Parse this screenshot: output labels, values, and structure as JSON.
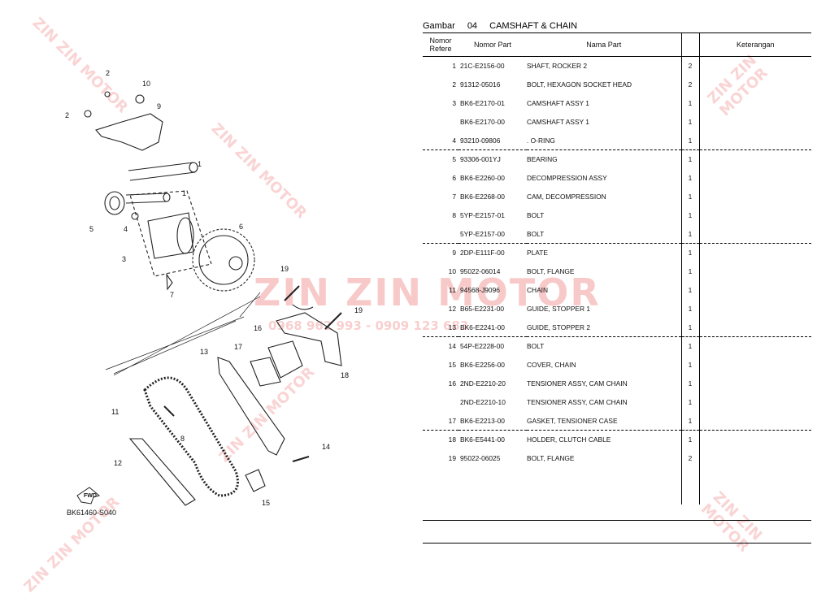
{
  "header": {
    "label": "Gambar",
    "number": "04",
    "name": "CAMSHAFT & CHAIN"
  },
  "columns": {
    "ref": "Nomor Refere",
    "part_no": "Nomor Part",
    "name": "Nama Part",
    "qty": "",
    "note": "Keterangan"
  },
  "rows": [
    {
      "ref": "1",
      "part_no": "21C-E2156-00",
      "name": "SHAFT, ROCKER 2",
      "qty": "2"
    },
    {
      "ref": "2",
      "part_no": "91312-05016",
      "name": "BOLT, HEXAGON SOCKET HEAD",
      "qty": "2"
    },
    {
      "ref": "3",
      "part_no": "BK6-E2170-01",
      "name": "CAMSHAFT ASSY 1",
      "qty": "1"
    },
    {
      "ref": "",
      "part_no": "BK6-E2170-00",
      "name": "CAMSHAFT ASSY 1",
      "qty": "1"
    },
    {
      "ref": "4",
      "part_no": "93210-09806",
      "name": ". O-RING",
      "qty": "1"
    },
    {
      "ref": "5",
      "part_no": "93306-001YJ",
      "name": "BEARING",
      "qty": "1",
      "group": true
    },
    {
      "ref": "6",
      "part_no": "BK6-E2260-00",
      "name": "DECOMPRESSION ASSY",
      "qty": "1"
    },
    {
      "ref": "7",
      "part_no": "BK6-E2268-00",
      "name": "CAM, DECOMPRESSION",
      "qty": "1"
    },
    {
      "ref": "8",
      "part_no": "5YP-E2157-01",
      "name": "BOLT",
      "qty": "1"
    },
    {
      "ref": "",
      "part_no": "5YP-E2157-00",
      "name": "BOLT",
      "qty": "1"
    },
    {
      "ref": "9",
      "part_no": "2DP-E111F-00",
      "name": "PLATE",
      "qty": "1",
      "group": true
    },
    {
      "ref": "10",
      "part_no": "95022-06014",
      "name": "BOLT, FLANGE",
      "qty": "1"
    },
    {
      "ref": "11",
      "part_no": "94568-J9096",
      "name": "CHAIN",
      "qty": "1"
    },
    {
      "ref": "12",
      "part_no": "B65-E2231-00",
      "name": "GUIDE, STOPPER 1",
      "qty": "1"
    },
    {
      "ref": "13",
      "part_no": "BK6-E2241-00",
      "name": "GUIDE, STOPPER 2",
      "qty": "1"
    },
    {
      "ref": "14",
      "part_no": "54P-E2228-00",
      "name": "BOLT",
      "qty": "1",
      "group": true
    },
    {
      "ref": "15",
      "part_no": "BK6-E2256-00",
      "name": "COVER, CHAIN",
      "qty": "1"
    },
    {
      "ref": "16",
      "part_no": "2ND-E2210-20",
      "name": "TENSIONER ASSY, CAM CHAIN",
      "qty": "1"
    },
    {
      "ref": "",
      "part_no": "2ND-E2210-10",
      "name": "TENSIONER ASSY, CAM CHAIN",
      "qty": "1"
    },
    {
      "ref": "17",
      "part_no": "BK6-E2213-00",
      "name": "GASKET, TENSIONER CASE",
      "qty": "1"
    },
    {
      "ref": "18",
      "part_no": "BK6-E5441-00",
      "name": "HOLDER, CLUTCH CABLE",
      "qty": "1",
      "group": true
    },
    {
      "ref": "19",
      "part_no": "95022-06025",
      "name": "BOLT, FLANGE",
      "qty": "2"
    }
  ],
  "diagram": {
    "code": "BK61460-S040",
    "fwd_label": "FWD",
    "callouts": [
      "1",
      "1",
      "2",
      "2",
      "3",
      "4",
      "5",
      "6",
      "7",
      "8",
      "9",
      "10",
      "11",
      "12",
      "13",
      "14",
      "15",
      "16",
      "17",
      "18",
      "19",
      "19"
    ]
  },
  "watermark": {
    "brand": "ZIN ZIN MOTOR",
    "phone": "0968 962 993 - 0909 123 683",
    "color": "#e63c3c"
  }
}
